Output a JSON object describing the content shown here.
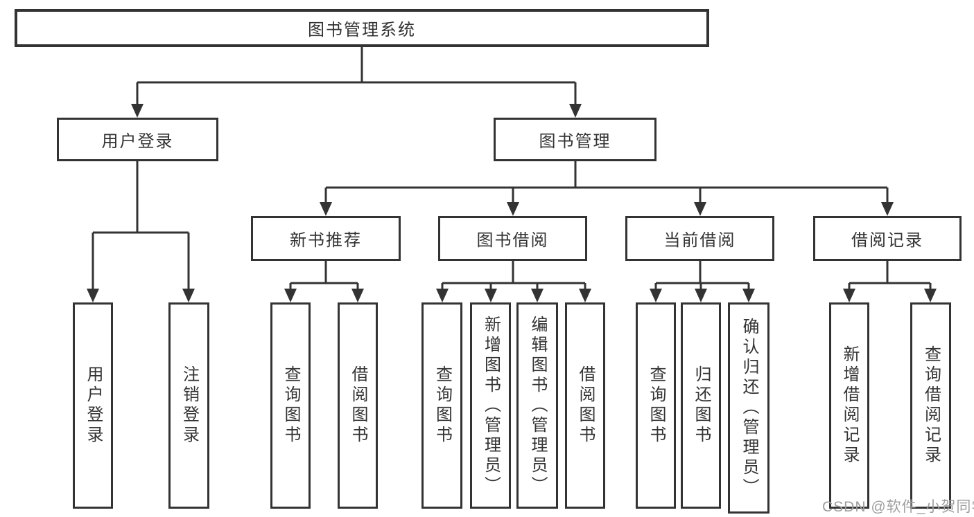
{
  "diagram": {
    "title": "图书管理系统",
    "watermark": "CSDN @软件_小贺同学",
    "colors": {
      "line": "#333333",
      "text": "#333333",
      "background": "#ffffff",
      "watermark": "#9e9e9e"
    },
    "root": {
      "label": "图书管理系统"
    },
    "level1": [
      {
        "label": "用户登录",
        "children": [
          {
            "label": "用户登录"
          },
          {
            "label": "注销登录"
          }
        ]
      },
      {
        "label": "图书管理",
        "children": [
          {
            "label": "新书推荐",
            "children": [
              {
                "label": "查询图书"
              },
              {
                "label": "借阅图书"
              }
            ]
          },
          {
            "label": "图书借阅",
            "children": [
              {
                "label": "查询图书"
              },
              {
                "label": "新增图书（管理员）"
              },
              {
                "label": "编辑图书（管理员）"
              },
              {
                "label": "借阅图书"
              }
            ]
          },
          {
            "label": "当前借阅",
            "children": [
              {
                "label": "查询图书"
              },
              {
                "label": "归还图书"
              },
              {
                "label": "确认归还（管理员）"
              }
            ]
          },
          {
            "label": "借阅记录",
            "children": [
              {
                "label": "新增借阅记录"
              },
              {
                "label": "查询借阅记录"
              }
            ]
          }
        ]
      }
    ]
  }
}
